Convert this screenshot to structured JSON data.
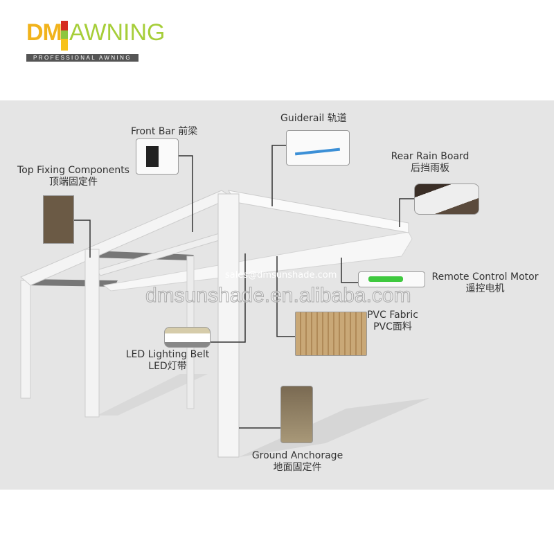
{
  "logo": {
    "brand_left": "DM",
    "brand_right": "AWNING",
    "tagline": "PROFESSIONAL AWNING"
  },
  "diagram": {
    "components": [
      {
        "en": "Front Bar",
        "zh": "前梁"
      },
      {
        "en": "Guiderail",
        "zh": "轨道"
      },
      {
        "en": "Top Fixing Components",
        "zh": "顶端固定件"
      },
      {
        "en": "Rear Rain Board",
        "zh": "后挡雨板"
      },
      {
        "en": "Remote Control Motor",
        "zh": "遥控电机"
      },
      {
        "en": "PVC Fabric",
        "zh": "PVC面料"
      },
      {
        "en": "LED Lighting Belt",
        "zh": "LED灯带"
      },
      {
        "en": "Ground Anchorage",
        "zh": "地面固定件"
      }
    ],
    "email": "sales@dmsunshade.com",
    "watermark": "dmsunshade.en.alibaba.com"
  }
}
